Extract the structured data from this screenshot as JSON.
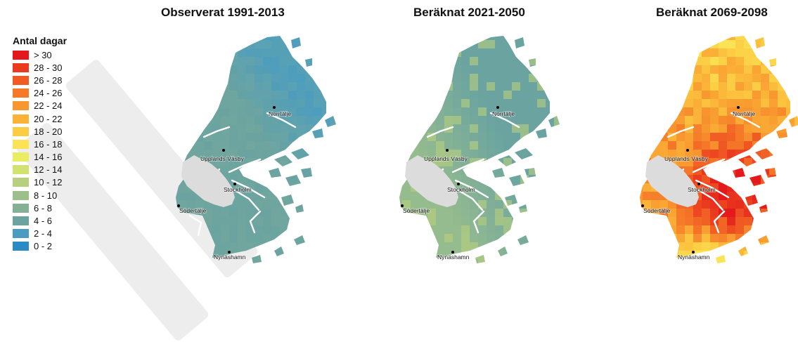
{
  "legend": {
    "title": "Antal dagar",
    "items": [
      {
        "label": "> 30",
        "color": "#e3191b"
      },
      {
        "label": "28 - 30",
        "color": "#ea3b1f"
      },
      {
        "label": "26 - 28",
        "color": "#f05a23"
      },
      {
        "label": "24 - 26",
        "color": "#f57928"
      },
      {
        "label": "22 - 24",
        "color": "#f8972f"
      },
      {
        "label": "20 - 22",
        "color": "#fbb238"
      },
      {
        "label": "18 - 20",
        "color": "#fccc43"
      },
      {
        "label": "16 - 18",
        "color": "#fbe355"
      },
      {
        "label": "14 - 16",
        "color": "#eaed62"
      },
      {
        "label": "12 - 14",
        "color": "#d2e270"
      },
      {
        "label": "10 - 12",
        "color": "#b8d07e"
      },
      {
        "label": "8 - 10",
        "color": "#9dc08b"
      },
      {
        "label": "6 - 8",
        "color": "#84b096"
      },
      {
        "label": "4 - 6",
        "color": "#6aa3a0"
      },
      {
        "label": "2 - 4",
        "color": "#4a9cc0"
      },
      {
        "label": "0 - 2",
        "color": "#2b8cc4"
      }
    ]
  },
  "maps": [
    {
      "title": "Observerat 1991-2013",
      "scheme": "observed"
    },
    {
      "title": "Beräknat 2021-2050",
      "scheme": "mid"
    },
    {
      "title": "Beräknat 2069-2098",
      "scheme": "late"
    }
  ],
  "cities": [
    {
      "name": "Norrtälje"
    },
    {
      "name": "Upplands Väsby"
    },
    {
      "name": "Stockholm"
    },
    {
      "name": "Södertälje"
    },
    {
      "name": "Nynäshamn"
    }
  ],
  "colors": {
    "lake": "#dcdcdc",
    "water": "#ffffff",
    "background_stripe": "#ededed"
  }
}
